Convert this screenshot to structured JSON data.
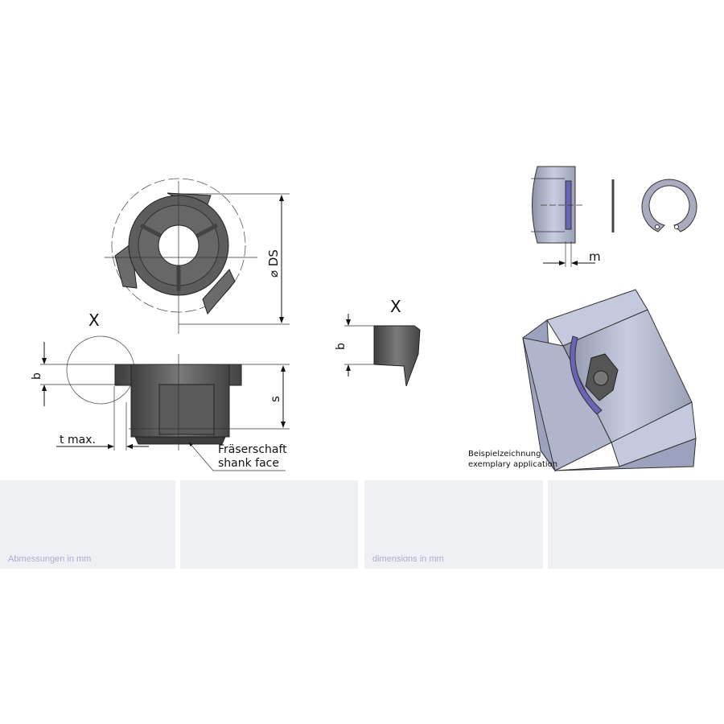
{
  "drawing": {
    "top_view": {
      "diameter_label": "⌀ DS"
    },
    "side_view": {
      "detail_marker": "X",
      "b_label": "b",
      "s_label": "s",
      "t_label": "t max.",
      "shank_label_de": "Fräserschaft",
      "shank_label_en": "shank face"
    },
    "detail_view": {
      "title": "X",
      "b_label": "b"
    },
    "circlip_view": {
      "m_label": "m"
    },
    "application": {
      "caption_de": "Beispielzeichnung",
      "caption_en": "exemplary application"
    }
  },
  "footer": {
    "panels": [
      {
        "text": "Abmessungen in mm"
      },
      {
        "text": ""
      },
      {
        "text": "dimensions in mm"
      },
      {
        "text": ""
      }
    ]
  },
  "colors": {
    "panel_bg": "#eff0f4",
    "panel_text": "#a8aed0",
    "ring": "#6a63b8",
    "tool": "#555555"
  }
}
